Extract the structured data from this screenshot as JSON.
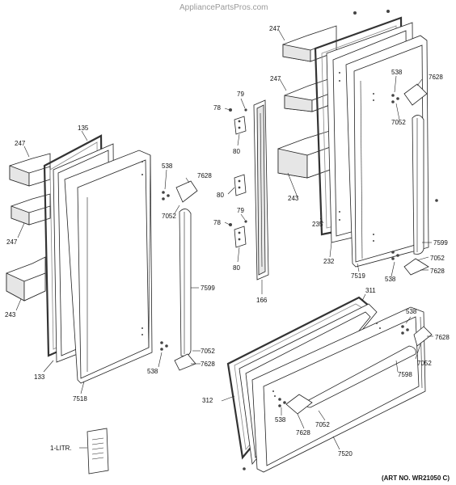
{
  "watermark": "AppliancePartsPros.com",
  "art_number": "(ART NO. WR21050 C)",
  "callouts": [
    {
      "id": "c247a",
      "label": "247"
    },
    {
      "id": "c247b",
      "label": "247"
    },
    {
      "id": "c247c",
      "label": "247"
    },
    {
      "id": "c247d",
      "label": "247"
    },
    {
      "id": "c243a",
      "label": "243"
    },
    {
      "id": "c243b",
      "label": "243"
    },
    {
      "id": "c135",
      "label": "135"
    },
    {
      "id": "c133",
      "label": "133"
    },
    {
      "id": "c7518",
      "label": "7518"
    },
    {
      "id": "c538a",
      "label": "538"
    },
    {
      "id": "c538b",
      "label": "538"
    },
    {
      "id": "c538c",
      "label": "538"
    },
    {
      "id": "c538d",
      "label": "538"
    },
    {
      "id": "c538e",
      "label": "538"
    },
    {
      "id": "c538f",
      "label": "538"
    },
    {
      "id": "c7628a",
      "label": "7628"
    },
    {
      "id": "c7628b",
      "label": "7628"
    },
    {
      "id": "c7628c",
      "label": "7628"
    },
    {
      "id": "c7628d",
      "label": "7628"
    },
    {
      "id": "c7628e",
      "label": "7628"
    },
    {
      "id": "c7628f",
      "label": "7628"
    },
    {
      "id": "c7052a",
      "label": "7052"
    },
    {
      "id": "c7052b",
      "label": "7052"
    },
    {
      "id": "c7052c",
      "label": "7052"
    },
    {
      "id": "c7052d",
      "label": "7052"
    },
    {
      "id": "c7052e",
      "label": "7052"
    },
    {
      "id": "c7052f",
      "label": "7052"
    },
    {
      "id": "c7599a",
      "label": "7599"
    },
    {
      "id": "c7599b",
      "label": "7599"
    },
    {
      "id": "c78a",
      "label": "78"
    },
    {
      "id": "c78b",
      "label": "78"
    },
    {
      "id": "c79a",
      "label": "79"
    },
    {
      "id": "c79b",
      "label": "79"
    },
    {
      "id": "c80a",
      "label": "80"
    },
    {
      "id": "c80b",
      "label": "80"
    },
    {
      "id": "c80c",
      "label": "80"
    },
    {
      "id": "c166",
      "label": "166"
    },
    {
      "id": "c235",
      "label": "235"
    },
    {
      "id": "c232",
      "label": "232"
    },
    {
      "id": "c7519",
      "label": "7519"
    },
    {
      "id": "c311",
      "label": "311"
    },
    {
      "id": "c312",
      "label": "312"
    },
    {
      "id": "c7598",
      "label": "7598"
    },
    {
      "id": "c7520",
      "label": "7520"
    },
    {
      "id": "c1litr",
      "label": "1-LITR."
    }
  ]
}
